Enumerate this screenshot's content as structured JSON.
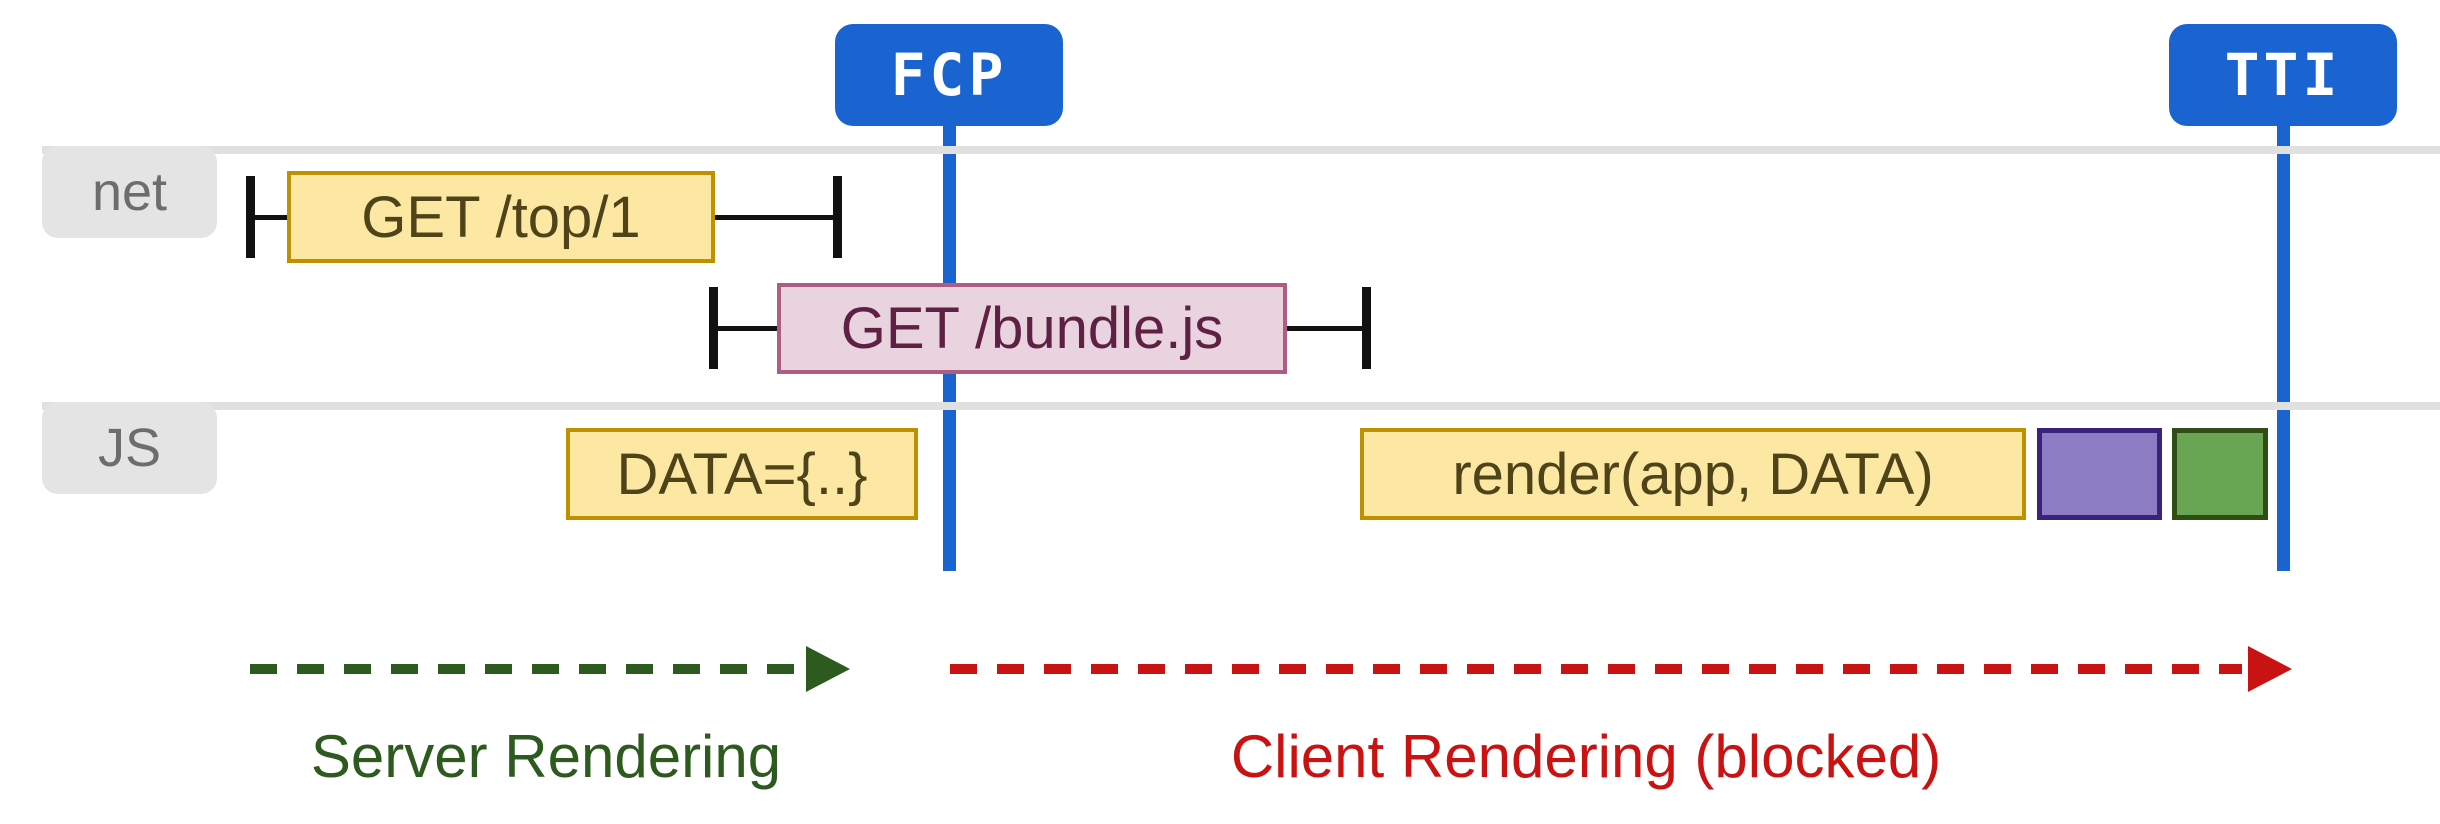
{
  "markers": {
    "fcp": {
      "label": "FCP"
    },
    "tti": {
      "label": "TTI"
    }
  },
  "lanes": {
    "net": {
      "label": "net"
    },
    "js": {
      "label": "JS"
    }
  },
  "tasks": {
    "get_top": {
      "label": "GET /top/1",
      "lane": "net",
      "type": "network-request"
    },
    "get_bundle": {
      "label": "GET /bundle.js",
      "lane": "net",
      "type": "network-request"
    },
    "data": {
      "label": "DATA={..}",
      "lane": "js",
      "type": "script-task"
    },
    "render": {
      "label": "render(app, DATA)",
      "lane": "js",
      "type": "script-task"
    },
    "purple_task": {
      "label": "",
      "lane": "js",
      "type": "script-task"
    },
    "green_task": {
      "label": "",
      "lane": "js",
      "type": "script-task"
    }
  },
  "phases": {
    "server": {
      "label": "Server Rendering",
      "color": "#2d5a1e"
    },
    "client": {
      "label": "Client Rendering (blocked)",
      "color": "#c91313"
    }
  },
  "colors": {
    "marker_blue": "#1a64d2",
    "lane_line_gray": "#e0e0e0",
    "lane_label_bg": "#e4e4e4",
    "lane_label_text": "#6d6d6d",
    "task_yellow_fill": "#fce8a3",
    "task_yellow_border": "#bf9000",
    "task_yellow_text": "#4f431a",
    "task_pink_fill": "#e8d3de",
    "task_pink_border": "#ad5c84",
    "task_pink_text": "#5e2144",
    "task_purple_fill": "#8b7cc4",
    "task_purple_border": "#39217c",
    "task_green_fill": "#67a552",
    "task_green_border": "#2f4d14",
    "whisker_black": "#111111",
    "server_arrow_green": "#2d5a1e",
    "client_arrow_red": "#c91313"
  }
}
